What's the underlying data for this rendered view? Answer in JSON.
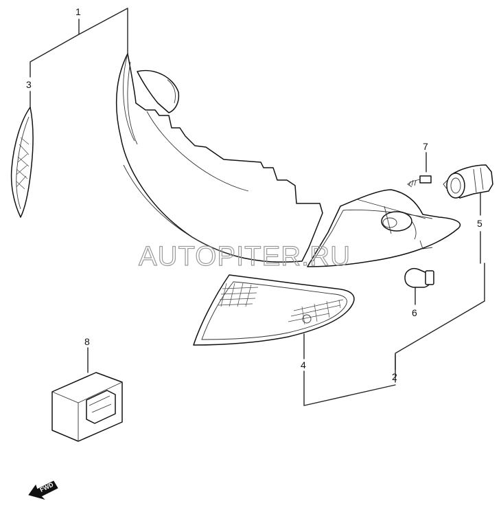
{
  "diagram": {
    "callouts": [
      {
        "id": "1",
        "label": "1"
      },
      {
        "id": "2",
        "label": "2"
      },
      {
        "id": "3",
        "label": "3"
      },
      {
        "id": "4",
        "label": "4"
      },
      {
        "id": "5",
        "label": "5"
      },
      {
        "id": "6",
        "label": "6"
      },
      {
        "id": "7",
        "label": "7"
      },
      {
        "id": "8",
        "label": "8"
      }
    ],
    "watermark": "AUTOPITER.RU",
    "direction_label": "FWD"
  }
}
